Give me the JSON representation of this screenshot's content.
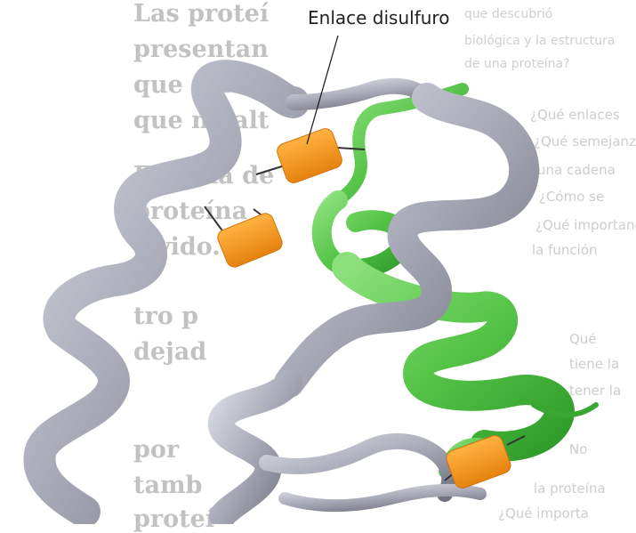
{
  "label": {
    "text": "Enlace disulfuro"
  },
  "background_text": {
    "left_column": [
      "Las proteí",
      "presentan",
      "que solo d",
      "que no alt",
      "Esto ha de",
      "proteína",
      "vivido. Lo",
      "tro p",
      "dejad",
      "por",
      "tamb",
      "proteí"
    ],
    "right_column": [
      "¿Qué enlaces",
      "¿Qué semejanza",
      "una cadena",
      "¿Cómo se",
      "¿Qué importancia",
      "la función",
      "Qué",
      "tiene la",
      "tener la",
      "No",
      "la proteína",
      "¿Qué importa"
    ],
    "top": [
      "que descubrió",
      "biológica y la estructura",
      "de una proteína?"
    ]
  },
  "colors": {
    "helix_gray": "#a3a5b3",
    "helix_green": "#5ccb4f",
    "disulfide_orange": "#f7941d",
    "label_text": "#222222"
  }
}
